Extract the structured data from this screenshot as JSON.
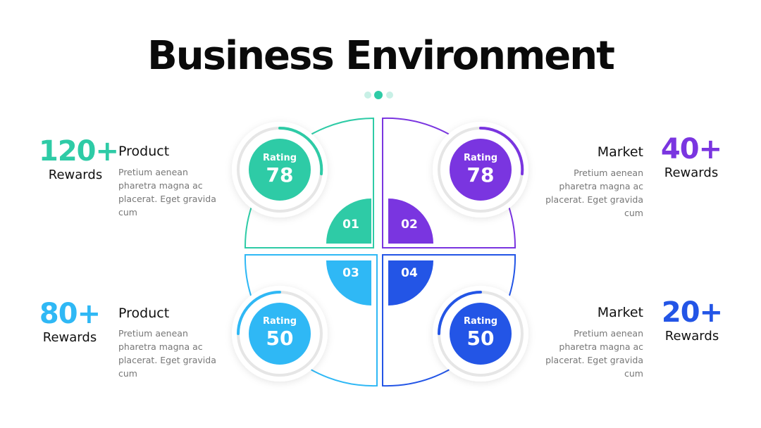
{
  "title": "Business Environment",
  "colors": {
    "green": "#2ecba6",
    "purple": "#7a35e0",
    "cyan": "#2fb8f5",
    "blue": "#2355e6",
    "ring_track": "#e6e6e6",
    "text_muted": "#777777"
  },
  "pager": {
    "count": 3,
    "active_index": 1
  },
  "items": [
    {
      "id": "01",
      "stat_value": "120+",
      "stat_label": "Rewards",
      "heading": "Product",
      "description": "Pretium aenean pharetra magna ac placerat. Eget gravida cum",
      "rating_label": "Rating",
      "rating_value": "78"
    },
    {
      "id": "02",
      "stat_value": "40+",
      "stat_label": "Rewards",
      "heading": "Market",
      "description": "Pretium aenean pharetra magna ac placerat. Eget gravida cum",
      "rating_label": "Rating",
      "rating_value": "78"
    },
    {
      "id": "03",
      "stat_value": "80+",
      "stat_label": "Rewards",
      "heading": "Product",
      "description": "Pretium aenean pharetra magna ac placerat. Eget gravida cum",
      "rating_label": "Rating",
      "rating_value": "50"
    },
    {
      "id": "04",
      "stat_value": "20+",
      "stat_label": "Rewards",
      "heading": "Market",
      "description": "Pretium aenean pharetra magna ac placerat. Eget gravida cum",
      "rating_label": "Rating",
      "rating_value": "50"
    }
  ]
}
